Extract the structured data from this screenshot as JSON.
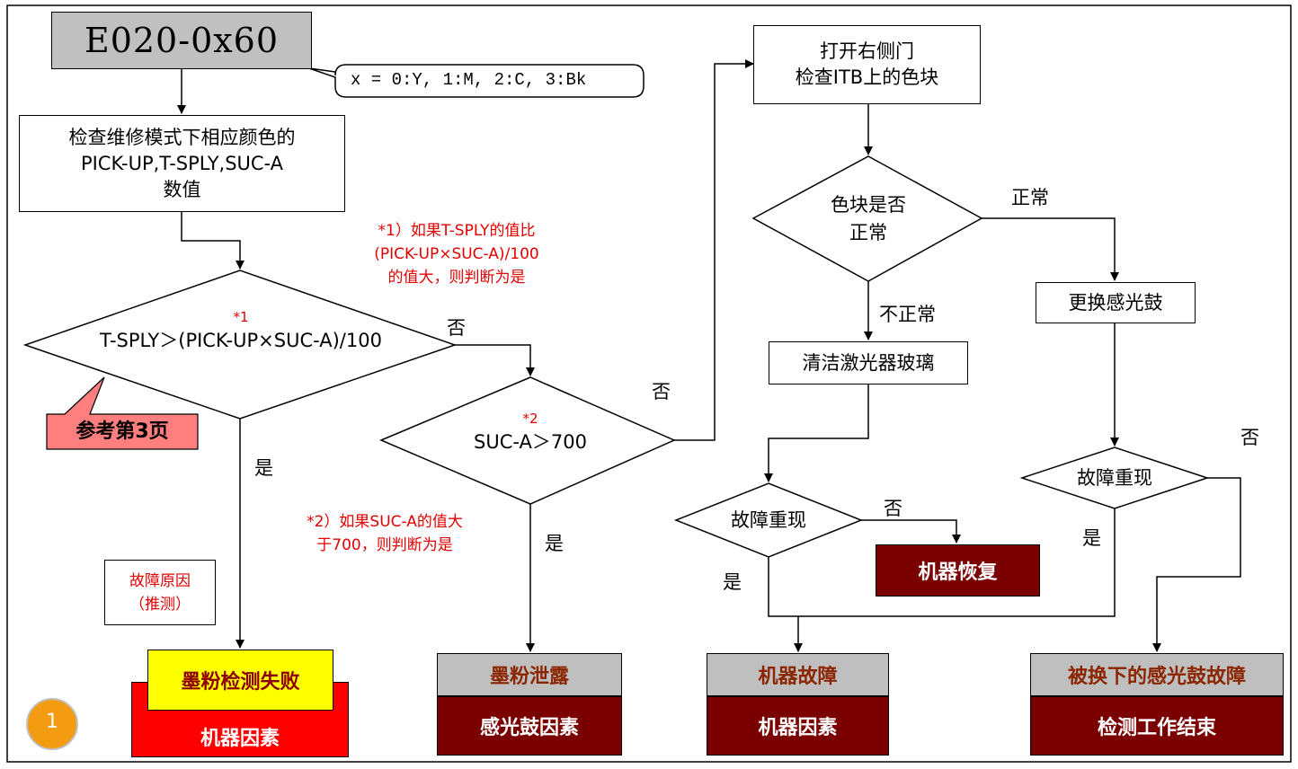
{
  "title_code": "E020-0x60",
  "color_note": "x = 0:Y, 1:M, 2:C, 3:Bk",
  "step_check": [
    "检查维修模式下相应颜色的",
    "PICK-UP,T-SPLY,SUC-A",
    "数值"
  ],
  "note1": [
    "*1）如果T-SPLY的值比",
    "(PICK-UP×SUC-A)/100",
    "的值大，则判断为是"
  ],
  "dec1": {
    "tag": "*1",
    "text": "T-SPLY＞(PICK-UP×SUC-A)/100"
  },
  "ref_page": "参考第3页",
  "dec2": {
    "tag": "*2",
    "text": "SUC-A＞700"
  },
  "note2": [
    "*2）如果SUC-A的值大",
    "于700，则判断为是"
  ],
  "cause_label": [
    "故障原因",
    "（推测）"
  ],
  "open_door": [
    "打开右侧门",
    "检查ITB上的色块"
  ],
  "dec_patch": [
    "色块是否",
    "正常"
  ],
  "clean_glass": "清洁激光器玻璃",
  "replace_drum": "更换感光鼓",
  "dec_recur1": "故障重现",
  "dec_recur2": "故障重现",
  "machine_recover": "机器恢复",
  "labels": {
    "yes": "是",
    "no": "否",
    "normal": "正常",
    "abnormal": "不正常"
  },
  "results": {
    "r1_top": "墨粉检测失败",
    "r1_bottom": "机器因素",
    "r2_top": "墨粉泄露",
    "r2_bottom": "感光鼓因素",
    "r3_top": "机器故障",
    "r3_bottom": "机器因素",
    "r4_top": "被换下的感光鼓故障",
    "r4_bottom": "检测工作结束"
  },
  "page_number": "1",
  "colors": {
    "title_fill": "#c0c0c0",
    "grey_fill": "#bfbfbf",
    "dark_red": "#7b0000",
    "bright_red": "#ff0000",
    "yellow": "#ffff00",
    "ref_fill": "#ff7f7f",
    "circle": "#f39c12",
    "note_red": "#e00000"
  }
}
